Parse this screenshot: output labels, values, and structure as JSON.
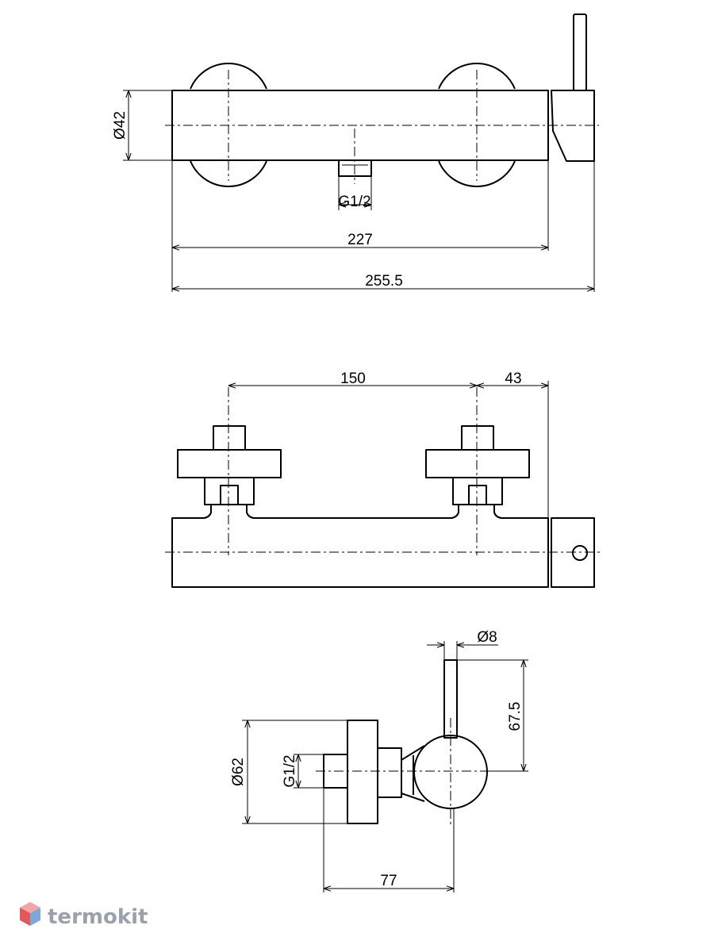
{
  "dimensions": {
    "top_diameter": "Ø42",
    "top_thread": "G1/2",
    "top_length_inner": "227",
    "top_length_overall": "255.5",
    "front_spacing": "150",
    "front_offset": "43",
    "side_lever_diameter": "Ø8",
    "side_lever_height": "67.5",
    "side_flange_diameter": "Ø62",
    "side_thread": "G1/2",
    "side_depth": "77"
  },
  "logo": {
    "text": "termokit",
    "icon": "hexagon-cube-icon",
    "colors": {
      "top": "#f3a5a5",
      "left": "#e05a5a",
      "right": "#7fa7d8",
      "text": "#9aa1ab"
    }
  },
  "colors": {
    "stroke": "#000000",
    "background": "#ffffff"
  }
}
